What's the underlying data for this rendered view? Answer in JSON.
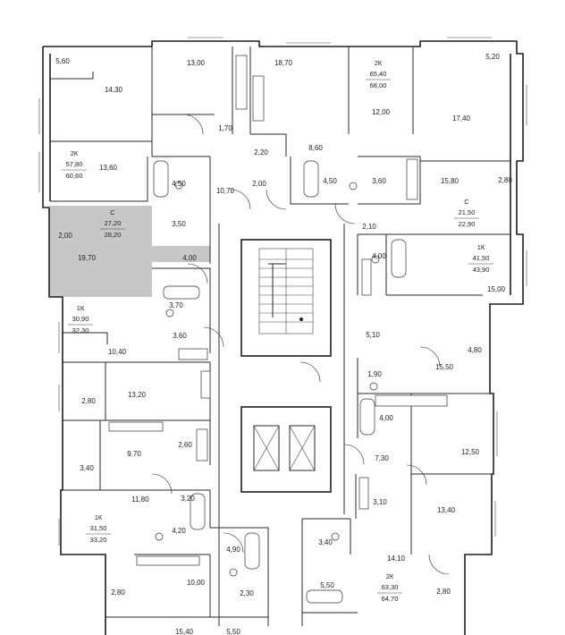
{
  "colors": {
    "highlight": "#c7c7c7",
    "walls": "#1e1e1e",
    "background": "#ffffff",
    "text": "#222222"
  },
  "rooms": [
    {
      "id": "r1",
      "label": "5,60"
    },
    {
      "id": "r2",
      "label": "14,30"
    },
    {
      "id": "r3",
      "label": "13,00"
    },
    {
      "id": "r4",
      "label": "18,70"
    },
    {
      "id": "r5",
      "label": "12,00"
    },
    {
      "id": "r6",
      "label": "17,40"
    },
    {
      "id": "r7",
      "label": "5,20"
    },
    {
      "id": "r8",
      "label": "1,70"
    },
    {
      "id": "r9",
      "label": "2,20"
    },
    {
      "id": "r10",
      "label": "8,60"
    },
    {
      "id": "r11",
      "label": "13,60"
    },
    {
      "id": "r12",
      "label": "4,50"
    },
    {
      "id": "r13",
      "label": "10,70"
    },
    {
      "id": "r14",
      "label": "2,00"
    },
    {
      "id": "r15",
      "label": "4,50"
    },
    {
      "id": "r16",
      "label": "3,60"
    },
    {
      "id": "r17",
      "label": "15,80"
    },
    {
      "id": "r18",
      "label": "2,80"
    },
    {
      "id": "r19",
      "label": "3,50"
    },
    {
      "id": "r20",
      "label": "2,10"
    },
    {
      "id": "r21",
      "label": "2,00"
    },
    {
      "id": "r22",
      "label": "19,70"
    },
    {
      "id": "r23",
      "label": "4,00"
    },
    {
      "id": "r24",
      "label": "4,00"
    },
    {
      "id": "r25",
      "label": "15,00"
    },
    {
      "id": "r26",
      "label": "3,70"
    },
    {
      "id": "r27",
      "label": "3,60"
    },
    {
      "id": "r28",
      "label": "10,40"
    },
    {
      "id": "r29",
      "label": "5,10"
    },
    {
      "id": "r30",
      "label": "4,80"
    },
    {
      "id": "r31",
      "label": "15,50"
    },
    {
      "id": "r32",
      "label": "1,90"
    },
    {
      "id": "r33",
      "label": "2,80"
    },
    {
      "id": "r34",
      "label": "13,20"
    },
    {
      "id": "r35",
      "label": "4,00"
    },
    {
      "id": "r36",
      "label": "2,60"
    },
    {
      "id": "r37",
      "label": "9,70"
    },
    {
      "id": "r38",
      "label": "3,40"
    },
    {
      "id": "r39",
      "label": "7,30"
    },
    {
      "id": "r40",
      "label": "12,50"
    },
    {
      "id": "r41",
      "label": "11,80"
    },
    {
      "id": "r42",
      "label": "3,20"
    },
    {
      "id": "r43",
      "label": "3,10"
    },
    {
      "id": "r44",
      "label": "13,40"
    },
    {
      "id": "r45",
      "label": "4,20"
    },
    {
      "id": "r46",
      "label": "4,90"
    },
    {
      "id": "r47",
      "label": "3,40"
    },
    {
      "id": "r48",
      "label": "14,10"
    },
    {
      "id": "r49",
      "label": "2,80"
    },
    {
      "id": "r50",
      "label": "10,00"
    },
    {
      "id": "r51",
      "label": "2,30"
    },
    {
      "id": "r52",
      "label": "5,50"
    },
    {
      "id": "r53",
      "label": "2,80"
    },
    {
      "id": "r54",
      "label": "15,40"
    },
    {
      "id": "r55",
      "label": "5,50"
    }
  ],
  "apartments": [
    {
      "id": "a1",
      "type": "2К",
      "living": "65,40",
      "total": "68,00"
    },
    {
      "id": "a2",
      "type": "2К",
      "living": "57,80",
      "total": "60,60"
    },
    {
      "id": "a3",
      "type": "С",
      "living": "21,50",
      "total": "22,90"
    },
    {
      "id": "a4",
      "type": "С",
      "living": "27,20",
      "total": "28,20"
    },
    {
      "id": "a5",
      "type": "1К",
      "living": "41,50",
      "total": "43,90"
    },
    {
      "id": "a6",
      "type": "1К",
      "living": "30,90",
      "total": "32,30"
    },
    {
      "id": "a7",
      "type": "1К",
      "living": "31,50",
      "total": "33,20"
    },
    {
      "id": "a8",
      "type": "2К",
      "living": "63,30",
      "total": "64,70"
    }
  ]
}
